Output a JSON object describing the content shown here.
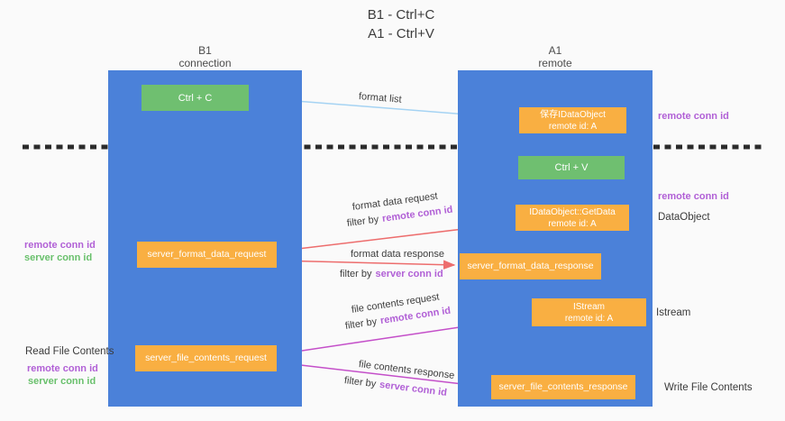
{
  "title": {
    "line1": "B1 - Ctrl+C",
    "line2": "A1 - Ctrl+V"
  },
  "columns": {
    "left": {
      "name": "B1",
      "role": "connection"
    },
    "right": {
      "name": "A1",
      "role": "remote"
    }
  },
  "nodes": {
    "ctrl_c": {
      "label": "Ctrl + C"
    },
    "ctrl_v": {
      "label": "Ctrl + V"
    },
    "save_idataobject": {
      "line1": "保存IDataObject",
      "line2": "remote id: A"
    },
    "getdata": {
      "line1": "IDataObject::GetData",
      "line2": "remote id: A"
    },
    "istream": {
      "line1": "IStream",
      "line2": "remote id: A"
    },
    "server_format_data_request": {
      "label": "server_format_data_request"
    },
    "server_format_data_response": {
      "label": "server_format_data_response"
    },
    "server_file_contents_request": {
      "label": "server_file_contents_request"
    },
    "server_file_contents_response": {
      "label": "server_file_contents_response"
    }
  },
  "edge_labels": {
    "format_list": "format list",
    "format_data_request": "format data request",
    "format_data_response": "format data response",
    "file_contents_request": "file contents request",
    "file_contents_response": "file contents response",
    "filter_prefix": "filter by",
    "remote_conn_id": "remote conn id",
    "server_conn_id": "server conn id"
  },
  "side_labels": {
    "right_top_remote_conn_id": "remote conn id",
    "right_mid_remote_conn_id": "remote conn id",
    "data_object": "DataObject",
    "istream": "Istream",
    "write_file_contents": "Write File Contents",
    "left_remote_conn_id": "remote conn id",
    "left_server_conn_id": "server conn id",
    "read_file_contents": "Read File Contents",
    "left2_remote_conn_id": "remote conn id",
    "left2_server_conn_id": "server conn id"
  },
  "colors": {
    "column_blue": "#4b81d9",
    "box_green": "#6fbf70",
    "box_orange": "#f9af42",
    "arrow_light_blue": "#a5d3f3",
    "arrow_red": "#ed6d6d",
    "arrow_magenta": "#c44fc9",
    "arrow_black": "#2f2f2f",
    "dashed_line": "#2b2b2b",
    "text_purple": "#b160d6",
    "text_green": "#69c06c"
  }
}
